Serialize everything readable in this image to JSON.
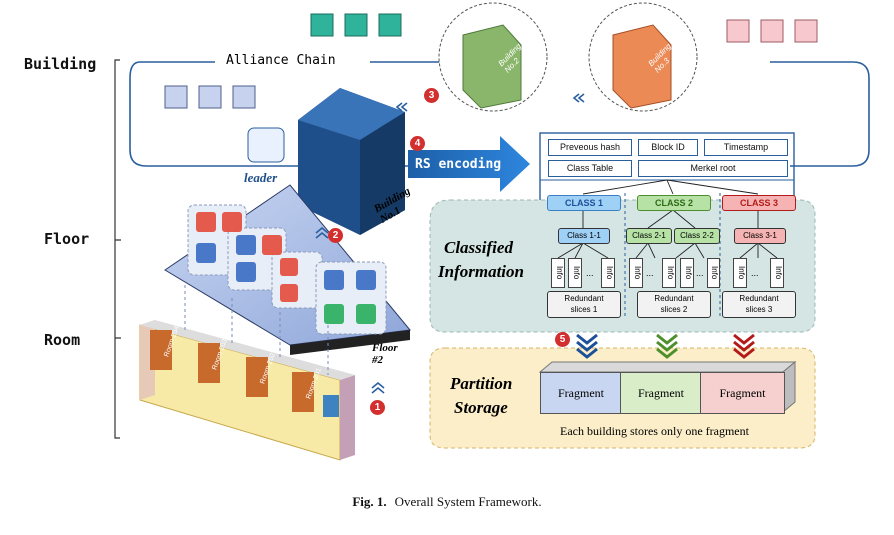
{
  "levels": {
    "building": "Building",
    "floor": "Floor",
    "room": "Room"
  },
  "alliance_chain": "Alliance Chain",
  "leader": "leader",
  "rs_encoding": "RS encoding",
  "buildings": {
    "b1": "Building No.1",
    "b2": "Building No.2",
    "b3": "Building No.3"
  },
  "floor2": "Floor #2",
  "rooms": [
    "Room 204",
    "Room 203",
    "Room 202",
    "Room 201"
  ],
  "block_header": {
    "prev_hash": "Preveous hash",
    "block_id": "Block ID",
    "timestamp": "Timestamp",
    "class_table": "Class Table",
    "merkel_root": "Merkel root"
  },
  "classified_information": [
    "Classified",
    "Information"
  ],
  "classes": [
    {
      "label": "CLASS 1",
      "subs": [
        "Class 1-1"
      ],
      "redundant": [
        "Redundant",
        "slices 1"
      ]
    },
    {
      "label": "CLASS 2",
      "subs": [
        "Class 2-1",
        "Class 2-2"
      ],
      "redundant": [
        "Redundant",
        "slices 2"
      ]
    },
    {
      "label": "CLASS 3",
      "subs": [
        "Class 3-1"
      ],
      "redundant": [
        "Redundant",
        "slices 3"
      ]
    }
  ],
  "slice_label": "Info",
  "slice_dots": "...",
  "partition_storage": [
    "Partition",
    "Storage"
  ],
  "fragments": [
    "Fragment",
    "Fragment",
    "Fragment"
  ],
  "storage_note": "Each building stores only one fragment",
  "steps": [
    "1",
    "2",
    "3",
    "4",
    "5"
  ],
  "caption": {
    "label": "Fig. 1.",
    "text": "Overall System Framework."
  },
  "colors": {
    "class1": "#9fd0f5",
    "class2": "#b6e2a6",
    "class3": "#f6b3b3",
    "chain": "#2a5f9e",
    "step": "#d32f2f",
    "building_blue": "#1f4f8a"
  }
}
